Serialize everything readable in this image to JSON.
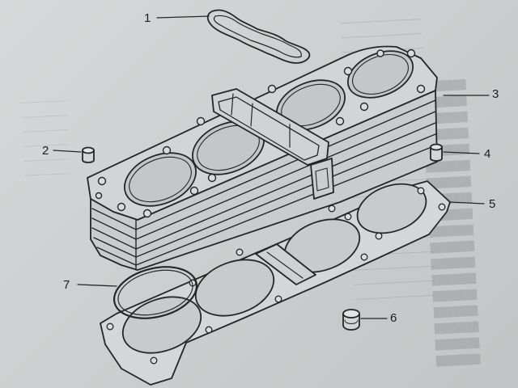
{
  "callouts": [
    {
      "id": "1",
      "label": "1"
    },
    {
      "id": "2",
      "label": "2"
    },
    {
      "id": "3",
      "label": "3"
    },
    {
      "id": "4",
      "label": "4"
    },
    {
      "id": "5",
      "label": "5"
    },
    {
      "id": "6",
      "label": "6"
    },
    {
      "id": "7",
      "label": "7"
    }
  ],
  "colors": {
    "ink": "#262626",
    "paper": "#d3d5d6",
    "shade": "#b9bbbc"
  }
}
